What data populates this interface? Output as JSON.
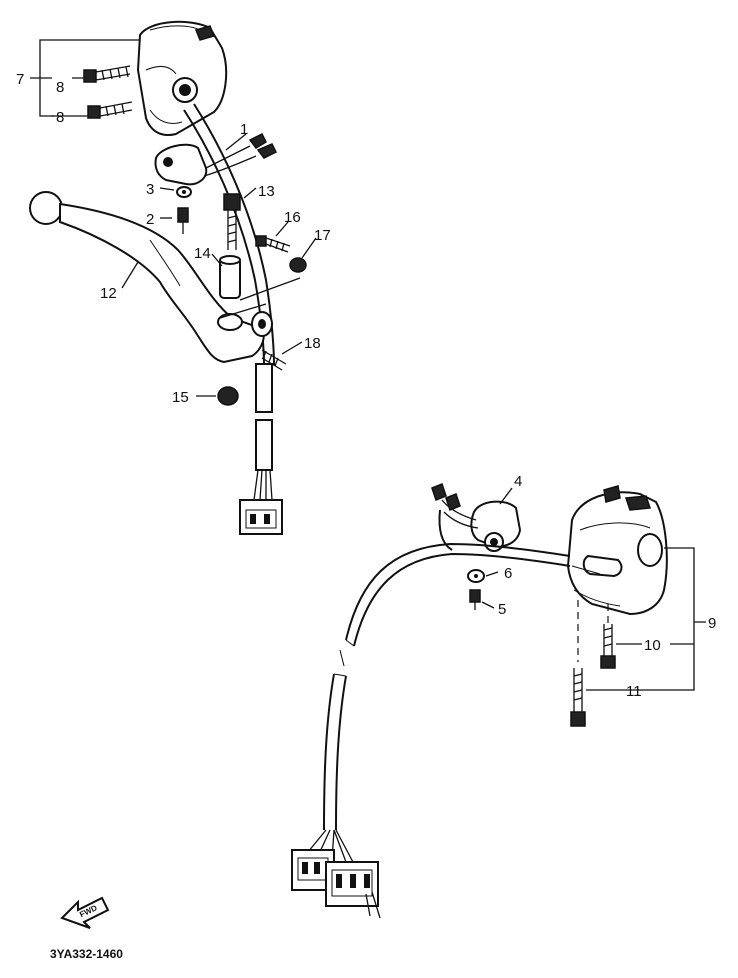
{
  "callouts": {
    "c1": "1",
    "c2": "2",
    "c3": "3",
    "c4": "4",
    "c5": "5",
    "c6": "6",
    "c7": "7",
    "c8a": "8",
    "c8b": "8",
    "c9": "9",
    "c10": "10",
    "c11": "11",
    "c12": "12",
    "c13": "13",
    "c14": "14",
    "c15": "15",
    "c16": "16",
    "c17": "17",
    "c18": "18"
  },
  "drawing_code": "3YA332-1460",
  "forward_marker": "FWD",
  "icons": {
    "forward": "forward-arrow-icon"
  }
}
